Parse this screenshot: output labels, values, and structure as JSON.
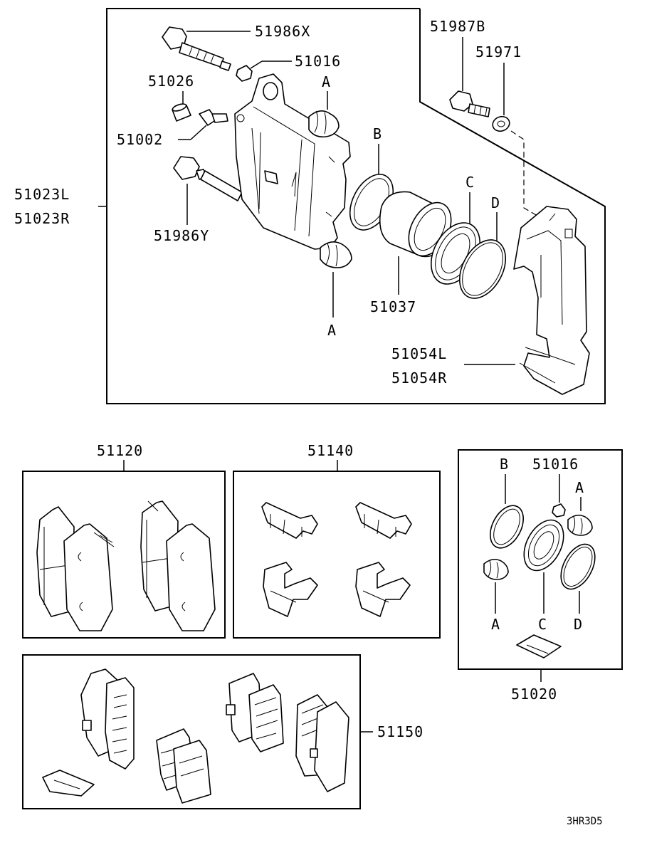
{
  "labels": {
    "p51986x": "51986X",
    "p51016_top": "51016",
    "p51026": "51026",
    "p51002": "51002",
    "p51986y": "51986Y",
    "p51023l": "51023L",
    "p51023r": "51023R",
    "p51987b": "51987B",
    "p51971": "51971",
    "p51037": "51037",
    "p51054l": "51054L",
    "p51054r": "51054R",
    "a_top": "A",
    "a_bottom": "A",
    "b_top": "B",
    "c_top": "C",
    "d_top": "D",
    "p51120": "51120",
    "p51140": "51140",
    "kit_b": "B",
    "kit_51016": "51016",
    "kit_a_top": "A",
    "kit_a_bottom": "A",
    "kit_c": "C",
    "kit_d": "D",
    "p51020": "51020",
    "p51150": "51150",
    "diagram_code": "3HR3D5"
  }
}
